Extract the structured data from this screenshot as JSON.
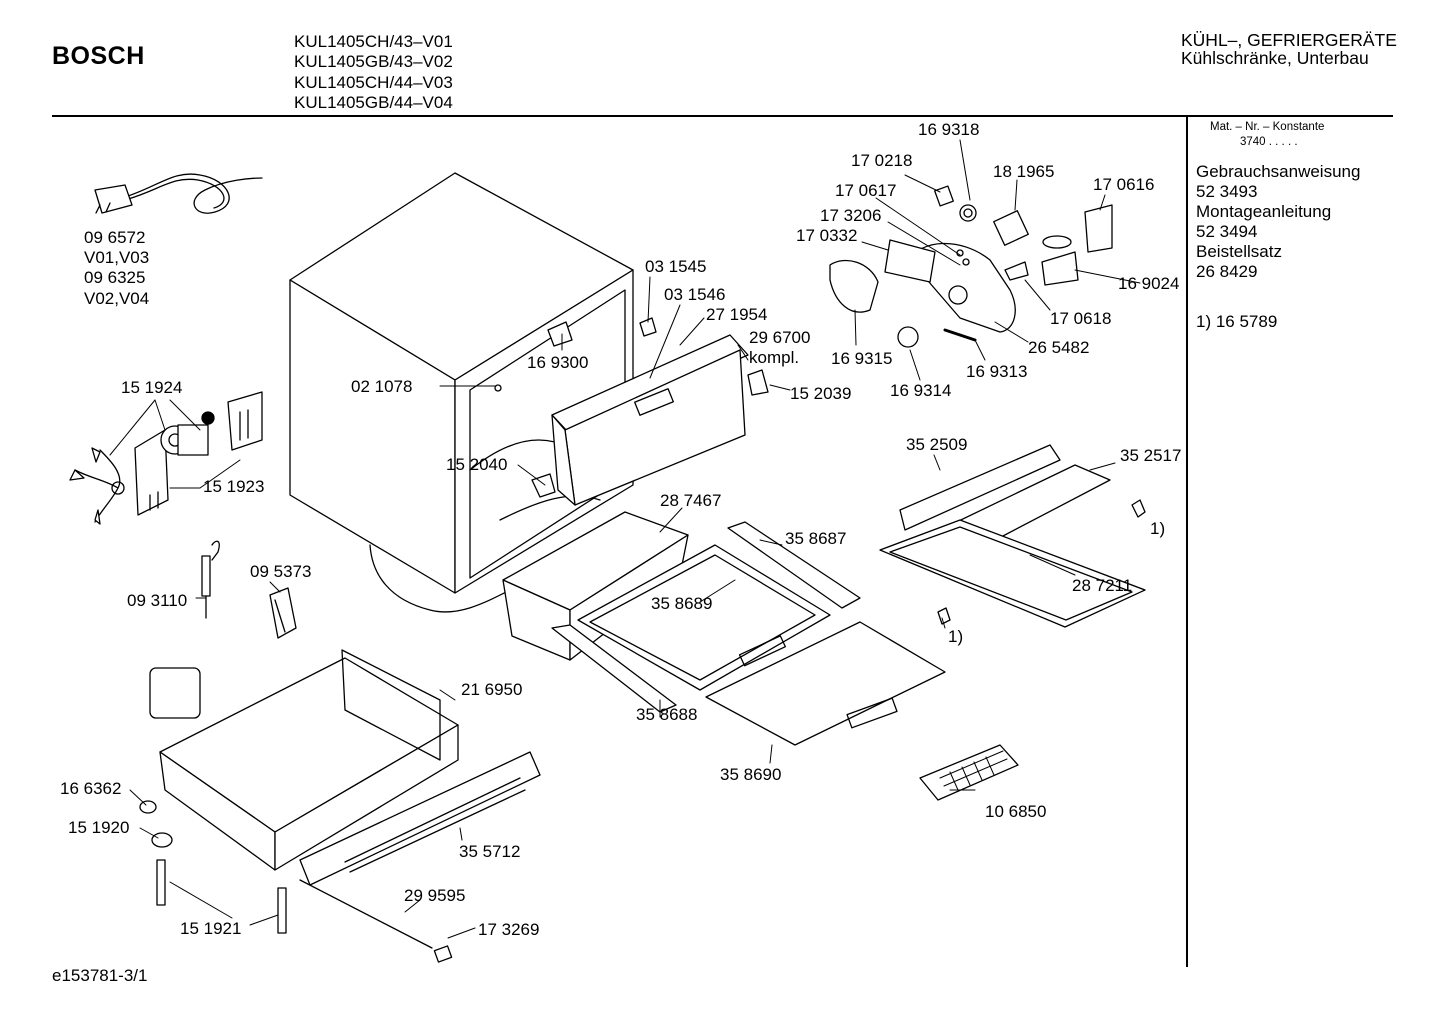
{
  "header": {
    "brand": "BOSCH",
    "models": [
      "KUL1405CH/43–V01",
      "KUL1405GB/43–V02",
      "KUL1405CH/44–V03",
      "KUL1405GB/44–V04"
    ],
    "category_line1": "KÜHL–, GEFRIERGERÄTE",
    "category_line2": "Kühlschränke, Unterbau"
  },
  "sidebar": {
    "mat_header": "Mat. – Nr. – Konstante",
    "mat_value": "3740  .  .  .  .  .",
    "docs": [
      {
        "label": "Gebrauchsanweisung",
        "number": "52 3493"
      },
      {
        "label": "Montageanleitung",
        "number": "52 3494"
      },
      {
        "label": "Beistellsatz",
        "number": "26 8429"
      }
    ],
    "footnote": "1)  16 5789"
  },
  "parts": {
    "p_096572": "09 6572",
    "p_v01v03": "V01,V03",
    "p_096325": "09 6325",
    "p_v02v04": "V02,V04",
    "p_151924": "15 1924",
    "p_151923": "15 1923",
    "p_093110": "09 3110",
    "p_095373": "09 5373",
    "p_216950": "21 6950",
    "p_166362": "16 6362",
    "p_151920": "15 1920",
    "p_151921": "15 1921",
    "p_355712": "35 5712",
    "p_299595": "29 9595",
    "p_173269": "17 3269",
    "p_021078": "02 1078",
    "p_152040": "15 2040",
    "p_031545": "03 1545",
    "p_031546": "03 1546",
    "p_271954": "27 1954",
    "p_296700": "29 6700",
    "p_kompl": "kompl.",
    "p_169300": "16 9300",
    "p_152039": "15 2039",
    "p_287467": "28 7467",
    "p_358687": "35 8687",
    "p_358689": "35 8689",
    "p_358688": "35 8688",
    "p_358690": "35 8690",
    "p_106850": "10 6850",
    "p_352509": "35 2509",
    "p_352517": "35 2517",
    "p_287211": "28 7211",
    "p_fn1a": "1)",
    "p_fn1b": "1)",
    "p_169318": "16 9318",
    "p_170218": "17 0218",
    "p_181965": "18 1965",
    "p_170616": "17 0616",
    "p_170617": "17 0617",
    "p_173206": "17 3206",
    "p_170332": "17 0332",
    "p_169024": "16 9024",
    "p_170618": "17 0618",
    "p_169315": "16 9315",
    "p_265482": "26 5482",
    "p_169313": "16 9313",
    "p_169314": "16 9314"
  },
  "footer": {
    "drawing_id": "e153781-3/1"
  }
}
